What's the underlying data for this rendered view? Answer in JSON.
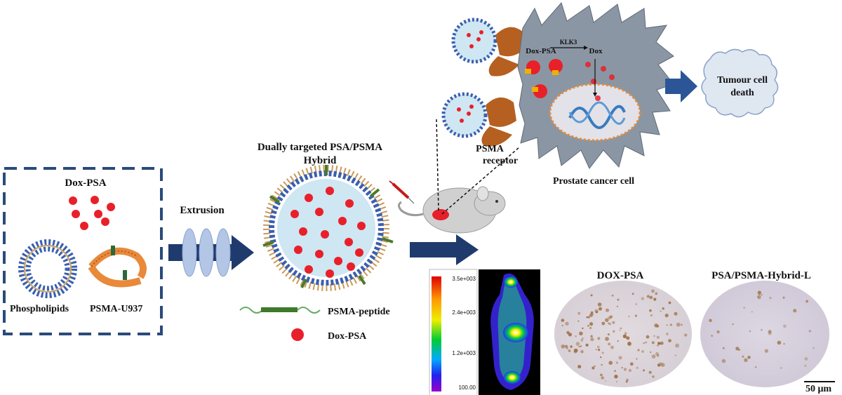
{
  "labels": {
    "dox_psa_title": "Dox-PSA",
    "phospholipids": "Phospholipids",
    "psma_u937": "PSMA-U937",
    "extrusion": "Extrusion",
    "hybrid_line1": "Dually targeted PSA/PSMA",
    "hybrid_line2": "Hybrid",
    "legend_peptide": "PSMA-peptide",
    "legend_dox": "Dox-PSA",
    "psma_receptor_line1": "PSMA",
    "psma_receptor_line2": "receptor",
    "prostate_cell": "Prostate cancer cell",
    "cell_dox_psa": "Dox-PSA",
    "cell_klk3": "KLK3",
    "cell_dox": "Dox",
    "tumour_line1": "Tumour cell",
    "tumour_line2": "death",
    "dox_psa_panel": "DOX-PSA",
    "hybrid_panel": "PSA/PSMA-Hybrid-L",
    "scale_bar": "50 μm"
  },
  "colorbar": {
    "ticks": [
      "3.5e+003",
      "2.4e+003",
      "1.2e+003",
      "100.00"
    ]
  },
  "colors": {
    "arrow_blue": "#1f3b6e",
    "dox_red": "#e8202a",
    "box_dash": "#2a4a7a",
    "cell_gray": "#8a96a3",
    "tumour_fill": "#dfe7f1"
  }
}
